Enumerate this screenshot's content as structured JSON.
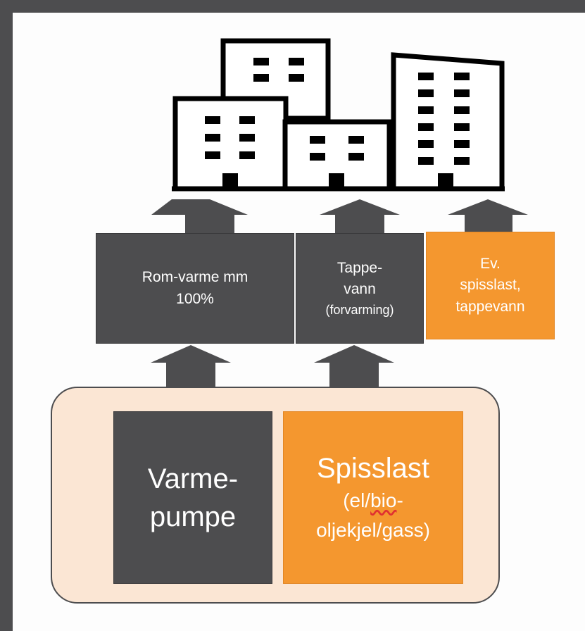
{
  "colors": {
    "dark": "#4d4d4f",
    "orange": "#f4972f",
    "base_fill": "#fbe6d4",
    "background": "#fdfdfd"
  },
  "icons": [
    "buildings-icon",
    "up-arrow-icon"
  ],
  "boxes": {
    "romvarme": {
      "line1": "Rom-varme mm",
      "line2": "100%"
    },
    "tappevann": {
      "line1": "Tappe-",
      "line2": "vann",
      "line3": "(forvarming)"
    },
    "spisslast_top": {
      "line1": "Ev.",
      "line2": "spisslast,",
      "line3": "tappevann"
    },
    "varmepumpe": {
      "line1": "Varme-",
      "line2": "pumpe"
    },
    "spisslast_bottom": {
      "line1": "Spisslast",
      "line2_prefix": "(el/",
      "line2_wavy": "bio",
      "line2_suffix": "-",
      "line3": "oljekjel/gass)"
    }
  }
}
